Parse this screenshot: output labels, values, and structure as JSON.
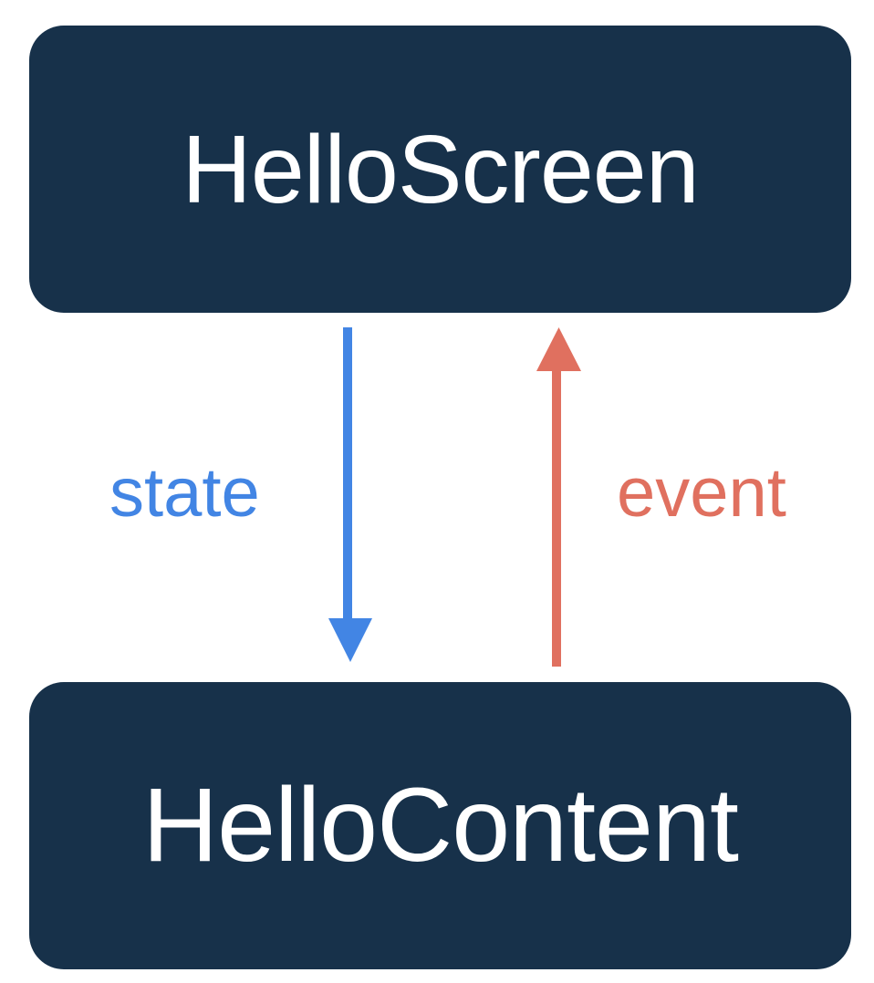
{
  "diagram": {
    "type": "flow-diagram",
    "background_color": "#ffffff",
    "nodes": [
      {
        "id": "hello-screen",
        "label": "HelloScreen",
        "fill_color": "#17314a",
        "text_color": "#ffffff",
        "shape": "rounded-rectangle"
      },
      {
        "id": "hello-content",
        "label": "HelloContent",
        "fill_color": "#17314a",
        "text_color": "#ffffff",
        "shape": "rounded-rectangle"
      }
    ],
    "edges": [
      {
        "id": "state-edge",
        "label": "state",
        "from": "hello-screen",
        "to": "hello-content",
        "direction": "down",
        "color": "#4285e4"
      },
      {
        "id": "event-edge",
        "label": "event",
        "from": "hello-content",
        "to": "hello-screen",
        "direction": "up",
        "color": "#e0705f"
      }
    ]
  }
}
